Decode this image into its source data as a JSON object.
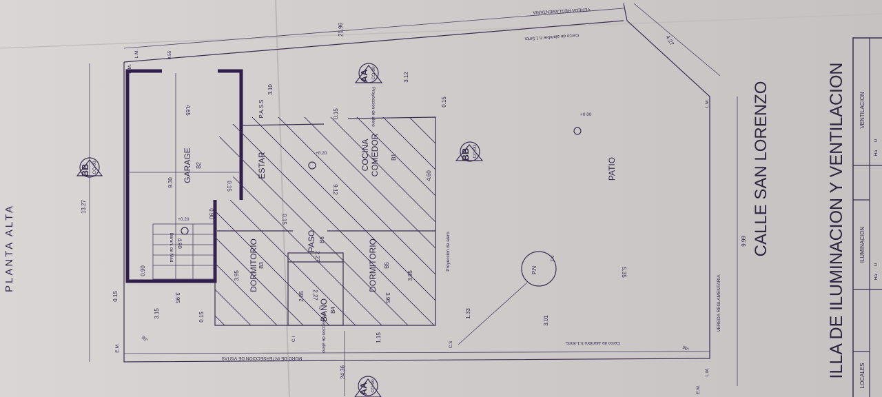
{
  "title": "PLANTA ALTA",
  "street": "CALLE   SAN LORENZO",
  "table_title": "ILLA DE ILUMINACION Y VENTILACION",
  "table_headers": [
    "LOCALES",
    "ILUMINACION",
    "VENTILACION"
  ],
  "table_subheaders": [
    "Ha",
    "U"
  ],
  "section_marks": {
    "bb": "BB",
    "aa": "AA",
    "ref": "CO-00"
  },
  "rooms": {
    "garage": "GARAGE",
    "garage_code": "B2",
    "estar": "ESTAR",
    "pass": "P.A.S.S",
    "cocina": "COCINA",
    "comedor": "COMEDOR",
    "cocina_code": "B1",
    "paso": "PASO",
    "paso_code": "B6",
    "dorm1": "DORMITORIO",
    "dorm1_code": "B3",
    "dorm2": "DORMITORIO",
    "dorm2_code": "B5",
    "bano": "BAÑO",
    "bano_code": "B4",
    "patio": "PATIO"
  },
  "notes": {
    "proyeccion": "Proyeccion de alero",
    "baranda": "Baran. de Mad.",
    "vereda": "VEREDA REGLAMENTARIA",
    "cerco_top": "Cerco de alambre h.1.5mts.",
    "cerco_bottom": "Cerco de alambre h.1.8mts.",
    "muro": "MURO DE INTERSECCION DE VISTAS",
    "lm": "L.M.",
    "em": "E.M.",
    "pn": "P.N",
    "tv": "T.V",
    "ci": "C.I",
    "cs": "C.S",
    "angle": "90°",
    "level": "+0.20",
    "level0": "+0.00"
  },
  "dims": {
    "d1327": "13.27",
    "d930": "9.30",
    "d465": "4.65",
    "d310": "3.10",
    "d312": "3.12",
    "d015": "0.15",
    "d460": "4.60",
    "d912": "9.12",
    "d090": "0.90",
    "d395": "3.95",
    "d227": "2.27",
    "d285": "2.85",
    "d315": "3.15",
    "d115": "1.15",
    "d535": "5.35",
    "d301": "3.01",
    "d133": "1.33",
    "d999": "9.99",
    "d2196": "21.96",
    "d2436": "24.36",
    "d427": "4.27",
    "d690": "4.90",
    "d055": "0.55"
  }
}
